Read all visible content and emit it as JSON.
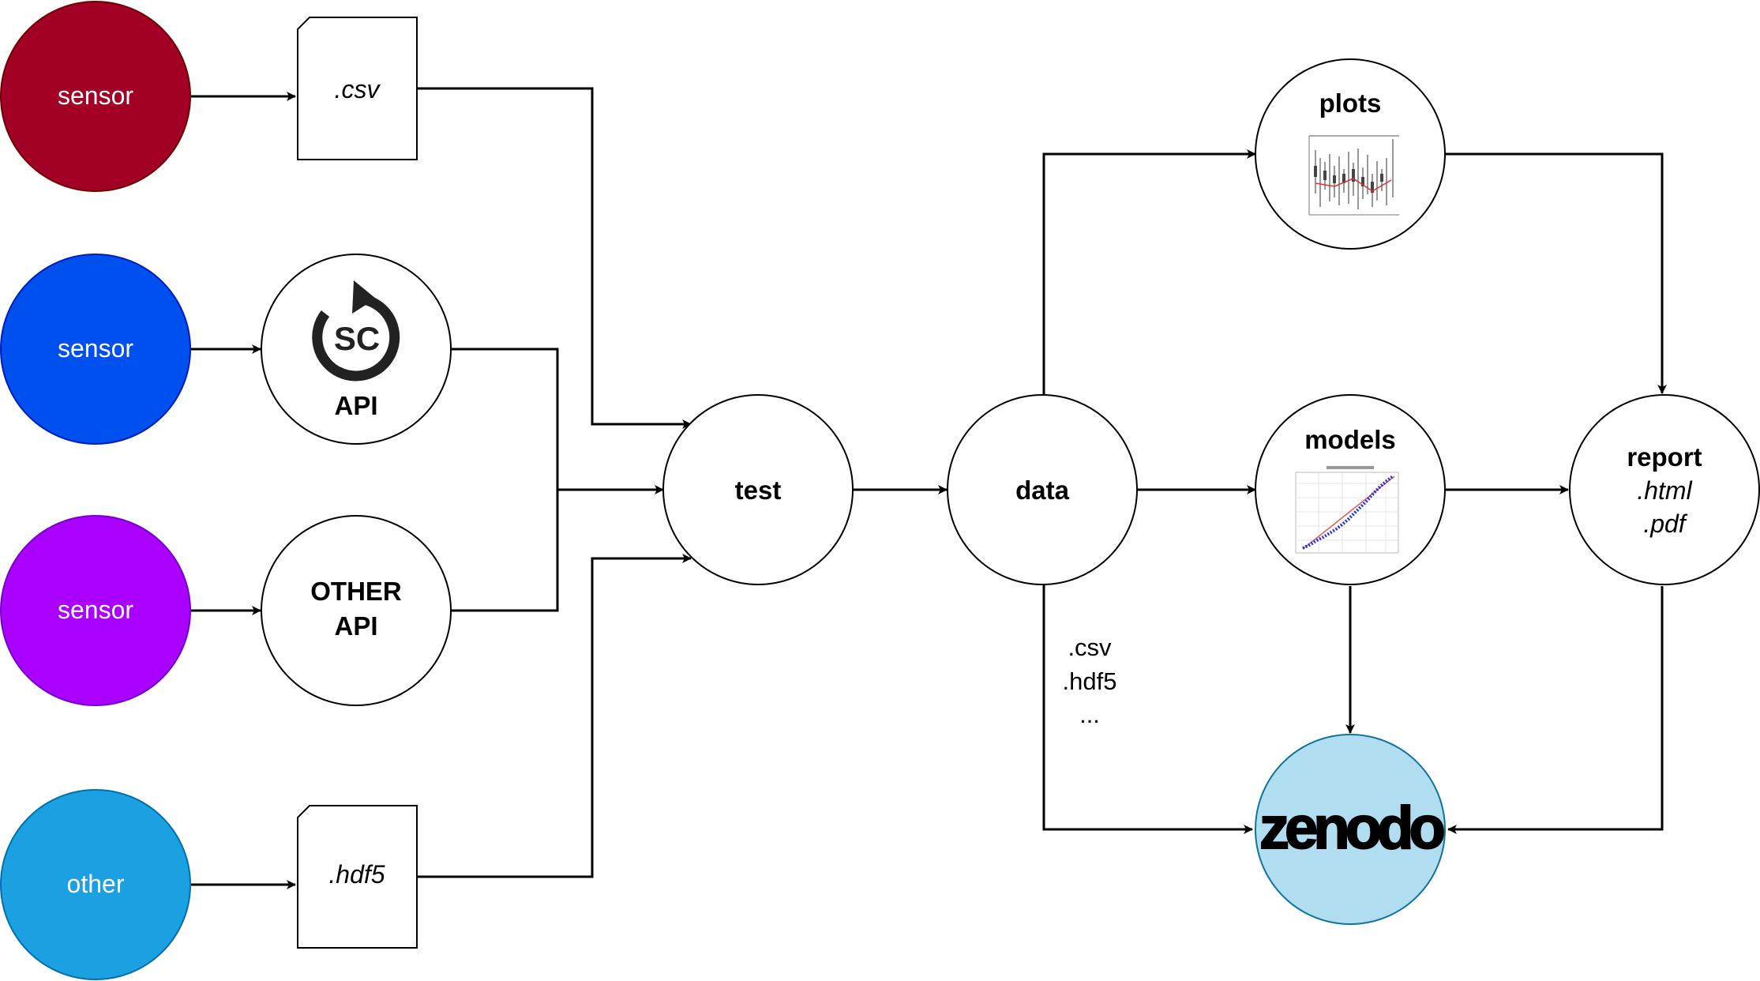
{
  "sources": {
    "sensor_red": {
      "label": "sensor",
      "color": "#A20025"
    },
    "sensor_blue": {
      "label": "sensor",
      "color": "#0050EF"
    },
    "sensor_purple": {
      "label": "sensor",
      "color": "#AA00FF"
    },
    "other_source": {
      "label": "other",
      "color": "#1BA1E2"
    }
  },
  "files": {
    "csv_file": {
      "label": ".csv"
    },
    "hdf5_file": {
      "label": ".hdf5"
    }
  },
  "apis": {
    "sc_api": {
      "label": "API",
      "logo_text": "SC"
    },
    "other_api": {
      "line1": "OTHER",
      "line2": "API"
    }
  },
  "nodes": {
    "test": {
      "label": "test"
    },
    "data": {
      "label": "data"
    },
    "plots": {
      "label": "plots"
    },
    "models": {
      "label": "models"
    },
    "report": {
      "label": "report",
      "format1": ".html",
      "format2": ".pdf"
    },
    "zenodo": {
      "label": "zenodo",
      "fill": "#B1DDF0",
      "stroke": "#10739E"
    }
  },
  "data_formats": {
    "line1": ".csv",
    "line2": ".hdf5",
    "line3": "..."
  },
  "icons": {
    "sc_logo": "circular-arrow-sc-icon",
    "plots_thumbnail": "boxplot-thumbnail-icon",
    "models_thumbnail": "scatter-plot-thumbnail-icon"
  }
}
